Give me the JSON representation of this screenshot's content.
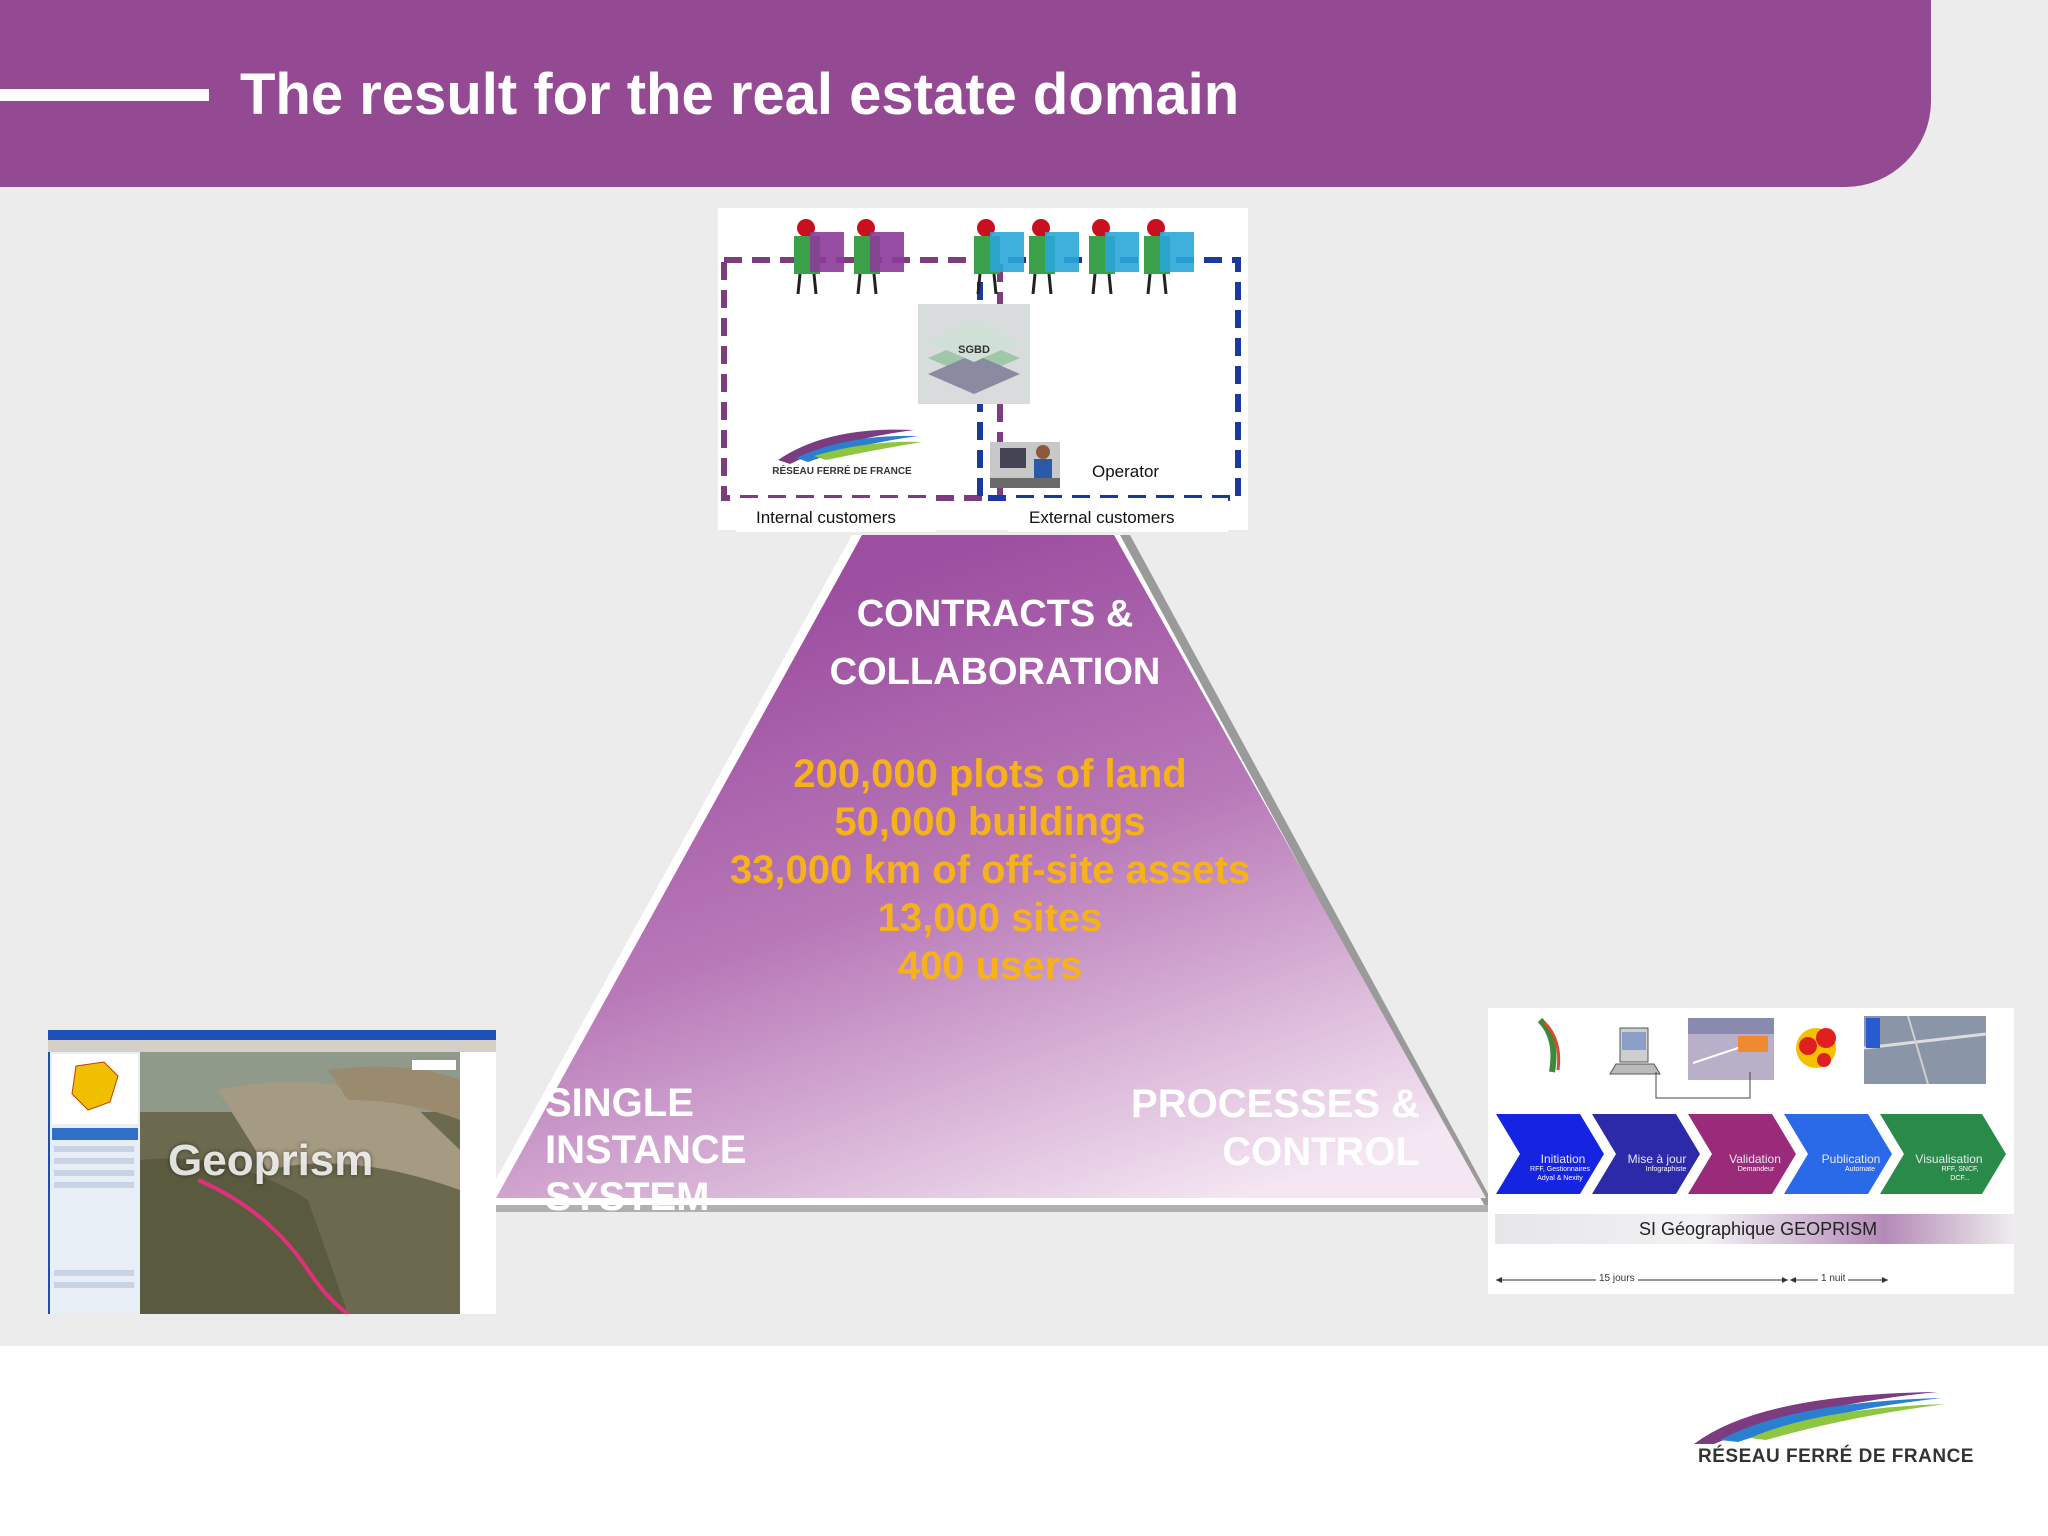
{
  "header": {
    "title": "The result for the real estate domain"
  },
  "pyramid": {
    "top_label": [
      "CONTRACTS &",
      "COLLABORATION"
    ],
    "stats": [
      "200,000 plots of land",
      "50,000 buildings",
      "33,000 km of off-site assets",
      "13,000 sites",
      "400 users"
    ],
    "left_label": [
      "SINGLE",
      "INSTANCE",
      "SYSTEM"
    ],
    "right_label": [
      "PROCESSES &",
      "CONTROL"
    ]
  },
  "collaboration": {
    "database_label": "SGBD",
    "operator_label": "Operator",
    "internal_label": "Internal customers",
    "external_label": "External customers",
    "logo_text": "RÉSEAU FERRÉ DE FRANCE"
  },
  "geoprism_screenshot": {
    "overlay_label": "Geoprism"
  },
  "process": {
    "steps": [
      {
        "label": "Initiation",
        "sub": "RFF, Gestionnaires Adyal & Nexity"
      },
      {
        "label": "Mise à jour",
        "sub": "Infographiste"
      },
      {
        "label": "Validation",
        "sub": "Demandeur"
      },
      {
        "label": "Publication",
        "sub": "Automate"
      },
      {
        "label": "Visualisation",
        "sub": "RFF, SNCF, DCF..."
      }
    ],
    "caption": "SI Géographique GEOPRISM",
    "durations": [
      "15 jours",
      "1 nuit"
    ]
  },
  "logo": {
    "text": "RÉSEAU FERRÉ DE FRANCE"
  },
  "colors": {
    "banner": "#944a92",
    "stats_text": "#f5b21a",
    "background": "#ececed",
    "internal_border": "#7c3d80",
    "external_border": "#1a3aa0"
  }
}
